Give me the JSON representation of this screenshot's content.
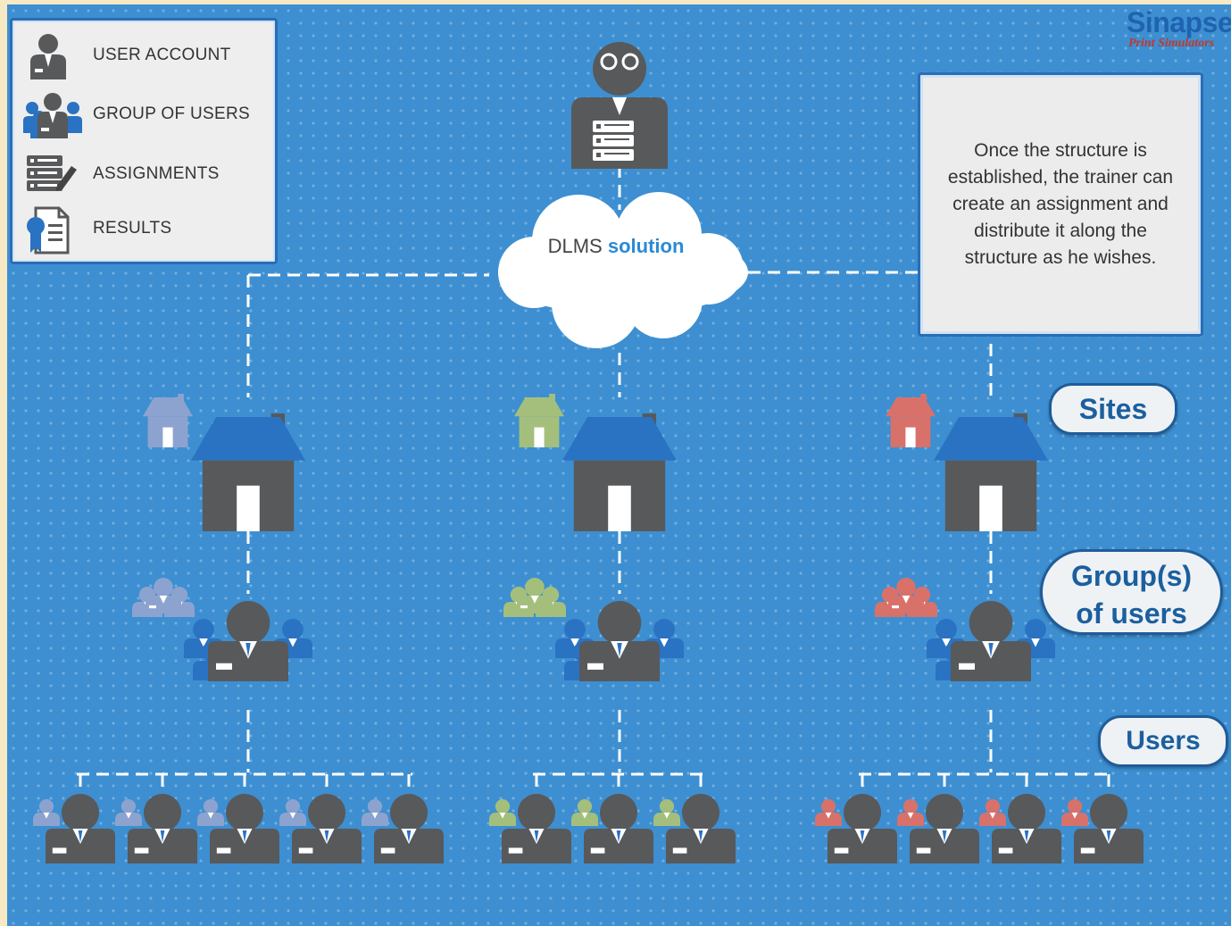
{
  "logo": {
    "name": "Sinapse",
    "tagline": "Print Simulators"
  },
  "legend": {
    "items": [
      {
        "label": "USER ACCOUNT",
        "icon": "user-account-icon"
      },
      {
        "label": "GROUP OF USERS",
        "icon": "group-of-users-icon"
      },
      {
        "label": "ASSIGNMENTS",
        "icon": "assignments-icon"
      },
      {
        "label": "RESULTS",
        "icon": "results-icon"
      }
    ]
  },
  "trainer": {
    "icon": "trainer-with-assignments-icon"
  },
  "cloud": {
    "label_prefix": "DLMS",
    "label_bold": "solution"
  },
  "info_box": {
    "text": "Once the structure is established, the trainer can create an assignment and distribute it along the structure as he wishes."
  },
  "levels": {
    "sites": "Sites",
    "groups_line1": "Group(s)",
    "groups_line2": "of users",
    "users": "Users"
  },
  "branches": [
    {
      "color": "#8da3cf",
      "user_count": 5
    },
    {
      "color": "#a4bf7c",
      "user_count": 3
    },
    {
      "color": "#d9716b",
      "user_count": 4
    }
  ],
  "colors": {
    "background": "#3d8fd1",
    "figure": "#58595b",
    "roof": "#2a72c2",
    "line": "#ffffff"
  }
}
